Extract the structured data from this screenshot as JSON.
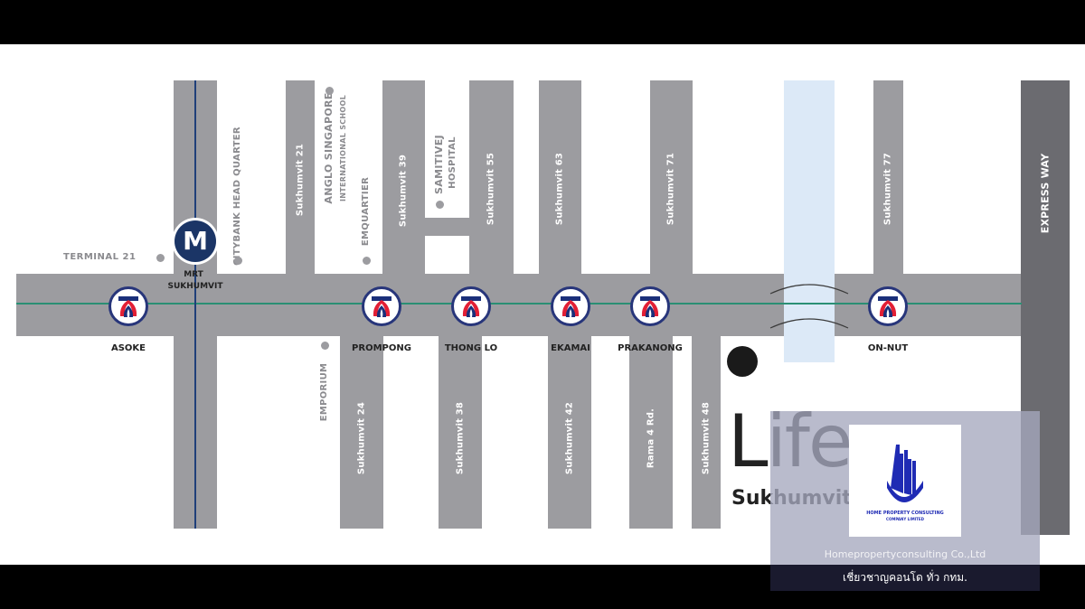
{
  "colors": {
    "road": "#9c9ca0",
    "expressway": "#6b6b70",
    "canal": "#dce9f7",
    "mrt_line": "#1f3f7a",
    "bts_line": "#2a8f74",
    "mrt_badge": "#1b3566",
    "watermark_bg": "#a5a8be",
    "watermark_bar": "#1a1a2e",
    "logo_blue": "#1f2bb4"
  },
  "sois": {
    "s21": "Sukhumvit 21",
    "s39": "Sukhumvit 39",
    "s55": "Sukhumvit 55",
    "s63": "Sukhumvit 63",
    "s71": "Sukhumvit 71",
    "s77": "Sukhumvit 77",
    "s24": "Sukhumvit 24",
    "s38": "Sukhumvit 38",
    "s42": "Sukhumvit 42",
    "rama4": "Rama 4 Rd.",
    "s48": "Sukhumvit 48"
  },
  "expressway_label": "EXPRESS WAY",
  "landmarks": {
    "terminal21": "TERMINAL 21",
    "citybank": "CITYBANK HEAD QUARTER",
    "anglo_line1": "ANGLO SINGAPORE",
    "anglo_line2": "INTERNATIONAL SCHOOL",
    "emquartier": "EMQUARTIER",
    "samitivej_line1": "SAMITIVEJ",
    "samitivej_line2": "HOSPITAL",
    "emporium": "EMPORIUM"
  },
  "mrt": {
    "badge_letter": "M",
    "label_line1": "MRT",
    "label_line2": "SUKHUMVIT"
  },
  "stations": {
    "asoke": "ASOKE",
    "phrom_phong": "PROMPONG",
    "thong_lo": "THONG LO",
    "ekamai": "EKAMAI",
    "phra_khanong": "PRAKANONG",
    "on_nut": "ON-NUT"
  },
  "project": {
    "logo_word": "Life",
    "logo_sub": "Sukhumvit"
  },
  "watermark": {
    "company_caption_line1": "HOME PROPERTY CONSULTING",
    "company_caption_line2": "COMPANY LIMITED",
    "company_name": "Homepropertyconsulting Co.,Ltd",
    "tagline": "เชี่ยวชาญคอนโด ทั่ว กทม."
  }
}
